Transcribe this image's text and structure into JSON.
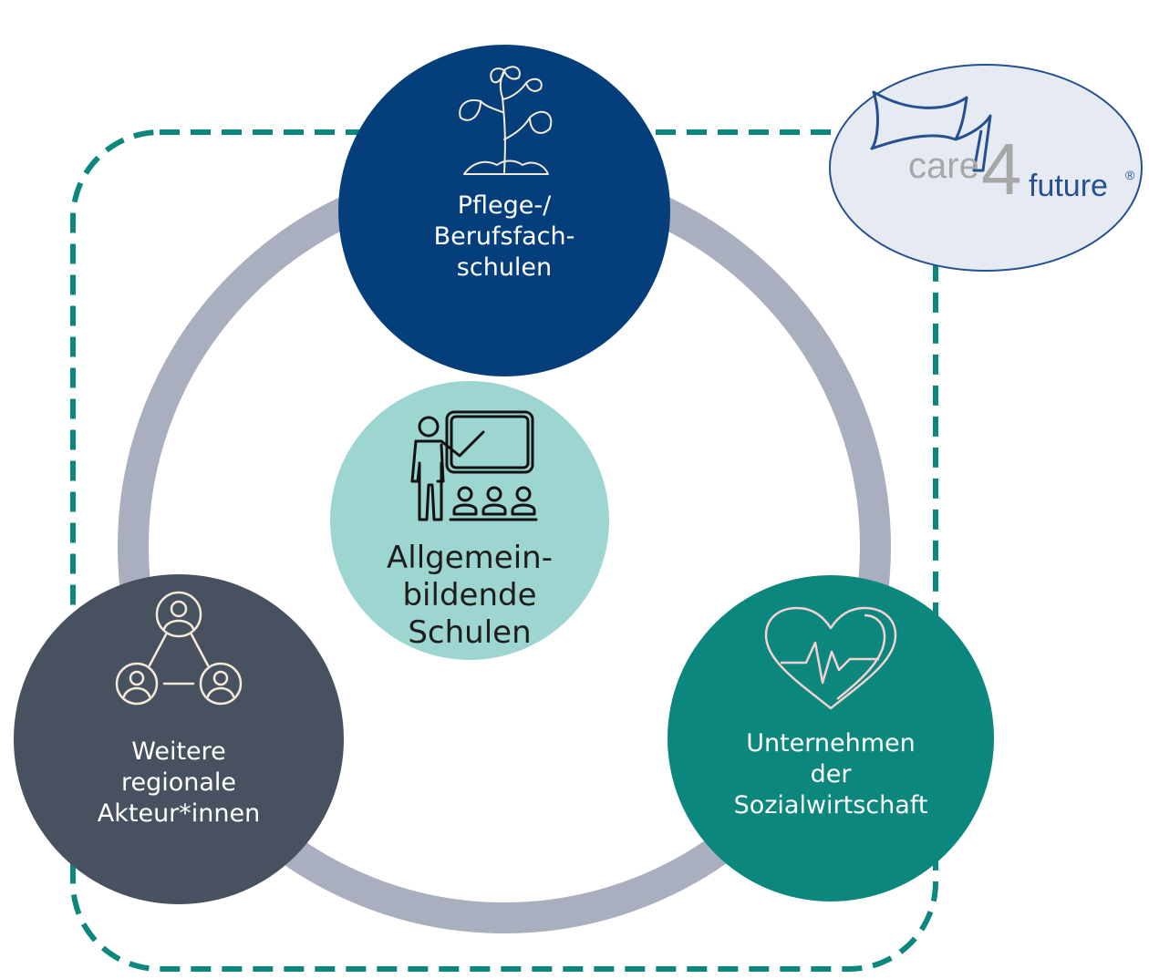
{
  "nodes": {
    "top": {
      "label": "Pflege-/\nBerufsfach-\nschulen",
      "icon": "plant-sprout-icon",
      "color": "#043f7b"
    },
    "center": {
      "label": "Allgemein-\nbildende\nSchulen",
      "icon": "teacher-classroom-icon",
      "color": "#9dd6d1"
    },
    "left": {
      "label": "Weitere\nregionale\nAkteur*innen",
      "icon": "network-people-icon",
      "color": "#475160"
    },
    "right": {
      "label": "Unternehmen\nder\nSozialwirtschaft",
      "icon": "heart-pulse-icon",
      "color": "#0b877d"
    }
  },
  "logo": {
    "care": "care",
    "four": "4",
    "future": "future",
    "registered": "®"
  },
  "colors": {
    "ring": "#a9afbe",
    "dashed_border": "#0b877d",
    "logo_fill": "#e6ebf3",
    "logo_stroke": "#26508f"
  }
}
